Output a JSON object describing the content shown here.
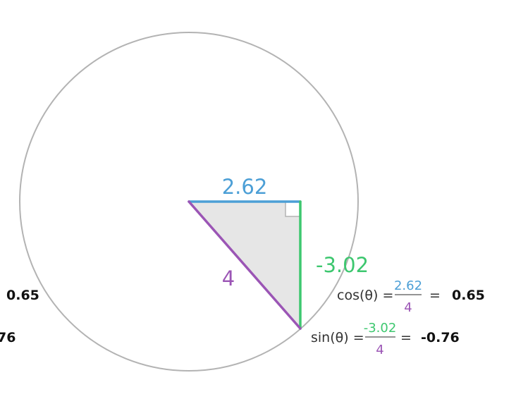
{
  "diagram": {
    "radius_value": 4,
    "adjacent_value": 2.62,
    "opposite_value": -3.02,
    "labels": {
      "adjacent": "2.62",
      "opposite": "-3.02",
      "hypotenuse": "4"
    },
    "cos_formula": {
      "lhs": "cos(θ) =",
      "numerator": "2.62",
      "denominator": "4",
      "equals": "=",
      "result": "0.65"
    },
    "sin_formula": {
      "lhs": "sin(θ) =",
      "numerator": "-3.02",
      "denominator": "4",
      "equals": "=",
      "result": "-0.76"
    },
    "left_clipped": {
      "cos_result": "0.65",
      "sin_result_fragment": "76"
    },
    "colors": {
      "circle": "#b3b3b3",
      "adjacent": "#4c9fd6",
      "opposite": "#3dc76f",
      "hypotenuse": "#9b55b5",
      "triangle_fill": "#e6e6e6",
      "text": "#333333",
      "result_text": "#111111"
    }
  }
}
